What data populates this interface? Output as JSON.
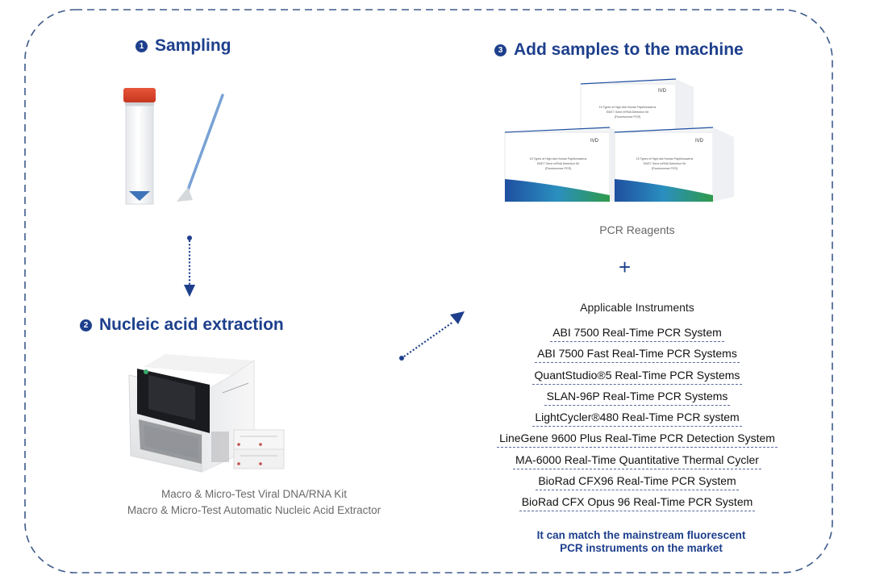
{
  "colors": {
    "primary": "#1d3f8c",
    "border": "#3c5a8a",
    "caption": "#6a6a6a",
    "tube_cap": "#d9442b"
  },
  "steps": [
    {
      "number": "1",
      "title": "Sampling"
    },
    {
      "number": "2",
      "title": "Nucleic acid extraction"
    },
    {
      "number": "3",
      "title": "Add samples to the machine"
    }
  ],
  "extraction": {
    "captions": [
      "Macro & Micro-Test Viral DNA/RNA Kit",
      "Macro & Micro-Test Automatic Nucleic Acid Extractor"
    ]
  },
  "reagents": {
    "caption": "PCR Reagents",
    "box_label": "IVD",
    "box_text": [
      "15 Types of High-risk Human Papillomavirus",
      "E6/E7 Gene mRNA Detection Kit",
      "(Fluorescence PCR)"
    ]
  },
  "plus_symbol": "+",
  "instruments": {
    "heading": "Applicable Instruments",
    "items": [
      "ABI 7500 Real-Time PCR System",
      "ABI 7500 Fast Real-Time PCR Systems",
      "QuantStudio®5 Real-Time PCR Systems",
      "SLAN-96P Real-Time PCR Systems",
      "LightCycler®480 Real-Time PCR system",
      "LineGene 9600 Plus Real-Time PCR Detection System",
      "MA-6000 Real-Time Quantitative Thermal Cycler",
      "BioRad CFX96 Real-Time PCR System",
      "BioRad CFX Opus 96 Real-Time PCR System"
    ],
    "tagline": [
      "It can match the mainstream fluorescent",
      "PCR instruments on the market"
    ]
  }
}
